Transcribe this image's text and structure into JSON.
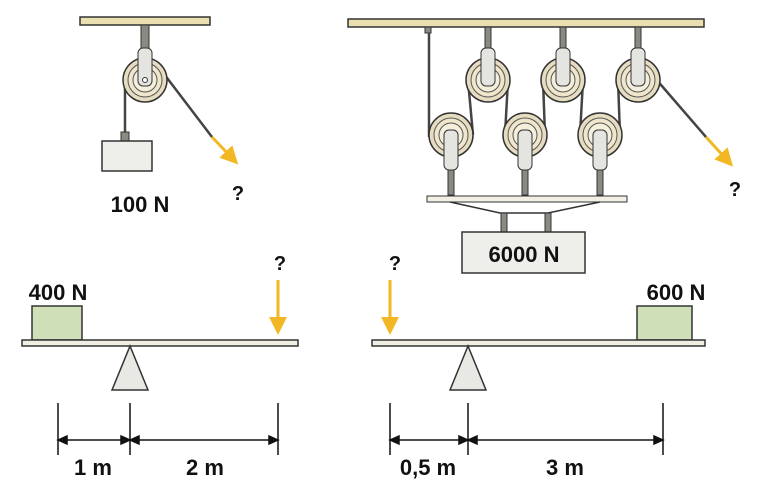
{
  "pulley_single": {
    "load_label": "100 N",
    "force_label": "?"
  },
  "pulley_block": {
    "load_label": "6000 N",
    "force_label": "?"
  },
  "lever_left": {
    "load_label": "400 N",
    "force_label": "?",
    "dist_left": "1 m",
    "dist_right": "2 m"
  },
  "lever_right": {
    "load_label": "600 N",
    "force_label": "?",
    "dist_left": "0,5 m",
    "dist_right": "3 m"
  },
  "colors": {
    "arrow": "#f2b823",
    "ceiling": "#e9dfb0",
    "weight_green": "#cfe0b8"
  }
}
